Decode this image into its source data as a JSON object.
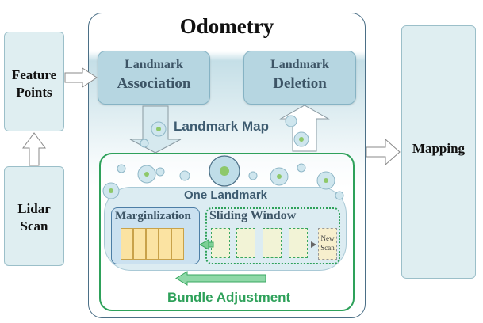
{
  "feature_points": {
    "line1": "Feature",
    "line2": "Points"
  },
  "lidar_scan": {
    "line1": "Lidar",
    "line2": "Scan"
  },
  "odometry": {
    "title": "Odometry"
  },
  "landmark_association": {
    "line1": "Landmark",
    "line2": "Association"
  },
  "landmark_deletion": {
    "line1": "Landmark",
    "line2": "Deletion"
  },
  "landmark_map": {
    "label": "Landmark Map"
  },
  "one_landmark": {
    "label": "One Landmark"
  },
  "marginalization": {
    "label": "Marginlization"
  },
  "sliding_window": {
    "label": "Sliding Window"
  },
  "new_scan": {
    "line1": "New",
    "line2": "Scan"
  },
  "bundle_adjustment": {
    "label": "Bundle Adjustment"
  },
  "mapping": {
    "label": "Mapping"
  },
  "colors": {
    "ba_green": "#2ea15a",
    "landmark_blue": "#b6d6e1",
    "frame_border": "#4b6f86"
  }
}
